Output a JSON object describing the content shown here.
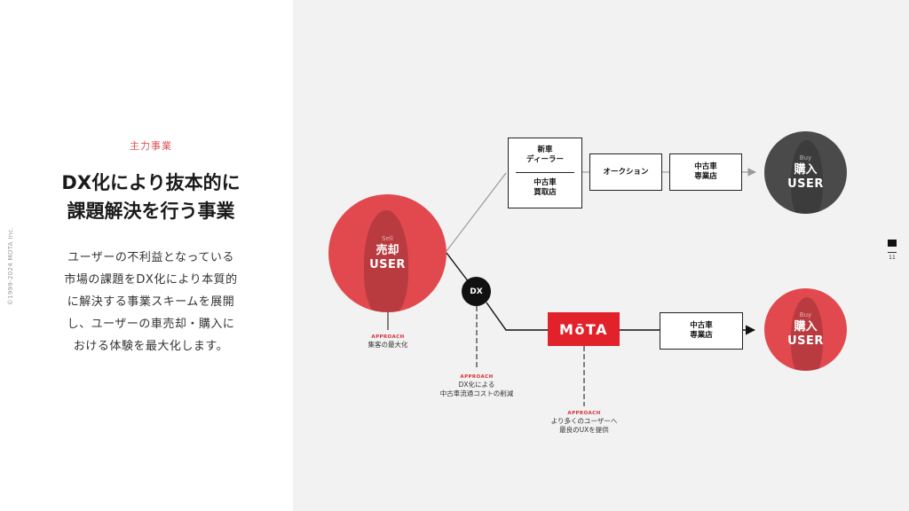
{
  "slide": {
    "copyright": "©1999-2024 MOTA Inc.",
    "kicker": "主力事業",
    "headline": [
      "DX化により抜本的に",
      "課題解決を行う事業"
    ],
    "body": [
      "ユーザーの不利益となっている",
      "市場の課題をDX化により本質的",
      "に解決する事業スキームを展開",
      "し、ユーザーの車売却・購入に",
      "おける体験を最大化します。"
    ],
    "page_number": "11"
  },
  "diagram": {
    "seller": {
      "tag": "Sell",
      "label": "売却",
      "user": "USER"
    },
    "buyer_top": {
      "tag": "Buy",
      "label": "購入",
      "user": "USER"
    },
    "buyer_bottom": {
      "tag": "Buy",
      "label": "購入",
      "user": "USER"
    },
    "dealer_box": {
      "line1": "新車",
      "line2": "ディーラー",
      "line3": "中古車",
      "line4": "買取店"
    },
    "auction_box": "オークション",
    "used_shop_top": {
      "line1": "中古車",
      "line2": "専業店"
    },
    "used_shop_bottom": {
      "line1": "中古車",
      "line2": "専業店"
    },
    "dx": "DX",
    "mota_logo": "MōTA",
    "approach_1": {
      "title": "APPROACH",
      "line1": "集客の最大化"
    },
    "approach_2": {
      "title": "APPROACH",
      "line1": "DX化による",
      "line2": "中古車流通コストの削減"
    },
    "approach_3": {
      "title": "APPROACH",
      "line1": "より多くのユーザーへ",
      "line2": "最良のUXを提供"
    }
  },
  "colors": {
    "accent": "#e2494f",
    "mota_red": "#e2222a",
    "dark": "#111111",
    "panel_gray": "#f2f2f2",
    "top_buyer": "#4a4a4a"
  }
}
